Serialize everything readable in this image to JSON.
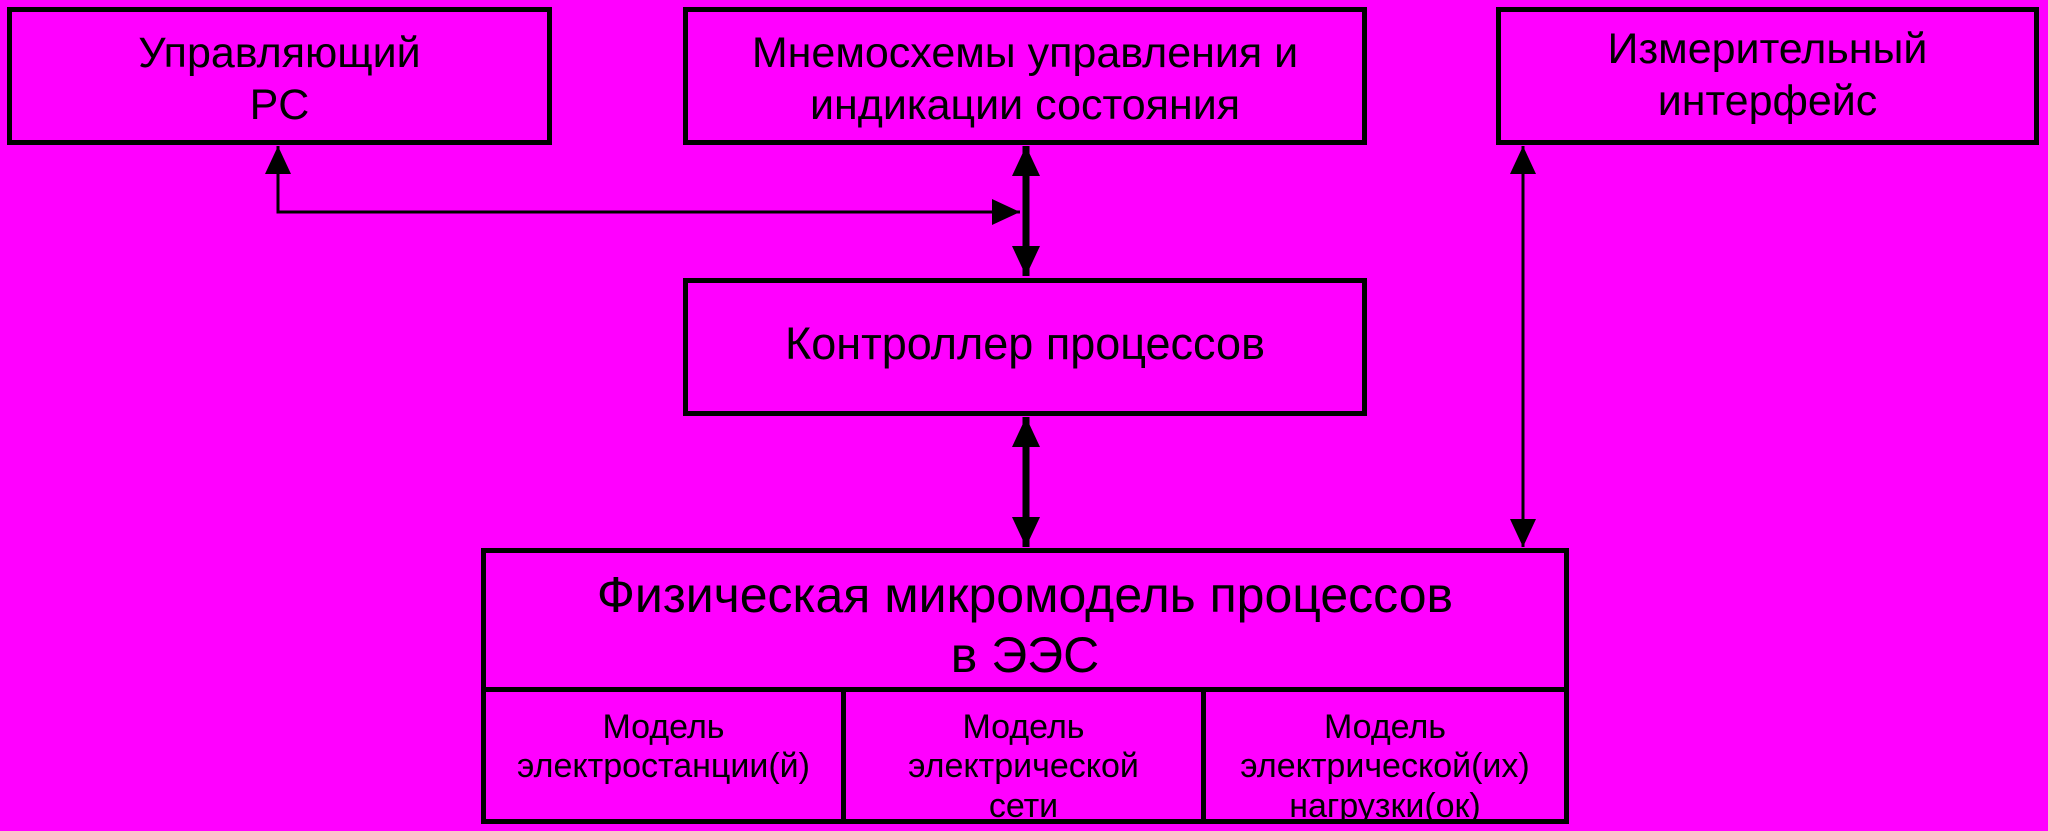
{
  "blocks": {
    "control_pc": {
      "lines": [
        "Управляющий",
        "PC"
      ]
    },
    "mnemonic": {
      "lines": [
        "Мнемосхемы управления и",
        "индикации состояния"
      ]
    },
    "measurement": {
      "lines": [
        "Измерительный",
        "интерфейс"
      ]
    },
    "controller": {
      "lines": [
        "Контроллер процессов"
      ]
    },
    "physical_model": {
      "lines": [
        "Физическая микромодель процессов",
        "в ЭЭС"
      ],
      "submodels": [
        {
          "lines": [
            "Модель",
            "электростанции(й)"
          ]
        },
        {
          "lines": [
            "Модель",
            "электрической",
            "сети"
          ]
        },
        {
          "lines": [
            "Модель",
            "электрической(их)",
            "нагрузки(ок)"
          ]
        }
      ]
    }
  },
  "colors": {
    "background": "#ff00ff",
    "stroke": "#000000"
  }
}
